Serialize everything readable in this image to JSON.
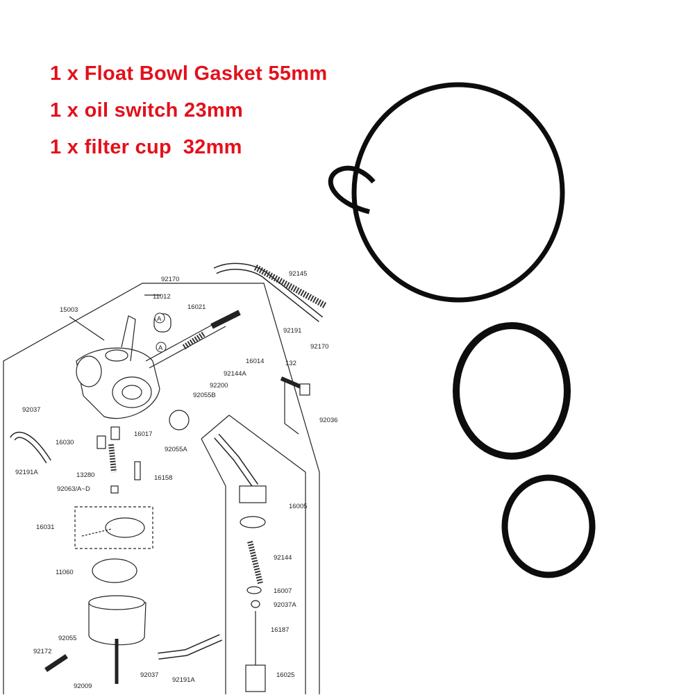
{
  "product_lines": [
    "1 x Float Bowl Gasket 55mm",
    "1 x oil switch 23mm",
    "1 x filter cup  32mm"
  ],
  "part_labels": {
    "p92170a": "92170",
    "p92145": "92145",
    "p11012": "11012",
    "p16021": "16021",
    "p15003": "15003",
    "p92191": "92191",
    "p92170b": "92170",
    "p16014": "16014",
    "p92144A": "92144A",
    "p132": "132",
    "p92200": "92200",
    "p92055B": "92055B",
    "p92037": "92037",
    "p92036": "92036",
    "p16030": "16030",
    "p16017": "16017",
    "p92055A": "92055A",
    "p92191A": "92191A",
    "p13280": "13280",
    "p16158": "16158",
    "p92063": "92063/A~D",
    "p16005": "16005",
    "p16031": "16031",
    "p92144": "92144",
    "p11060": "11060",
    "p16007": "16007",
    "p92037A": "92037A",
    "p16187": "16187",
    "p92055": "92055",
    "p92172": "92172",
    "p16025": "16025",
    "p92009": "92009",
    "p92037b": "92037",
    "p92191Ab": "92191A",
    "circleA1": "A",
    "circleA2": "A"
  },
  "colors": {
    "accent_red": "#e3101a",
    "gasket_black": "#0d0d0d",
    "line_drawing": "#222222"
  }
}
